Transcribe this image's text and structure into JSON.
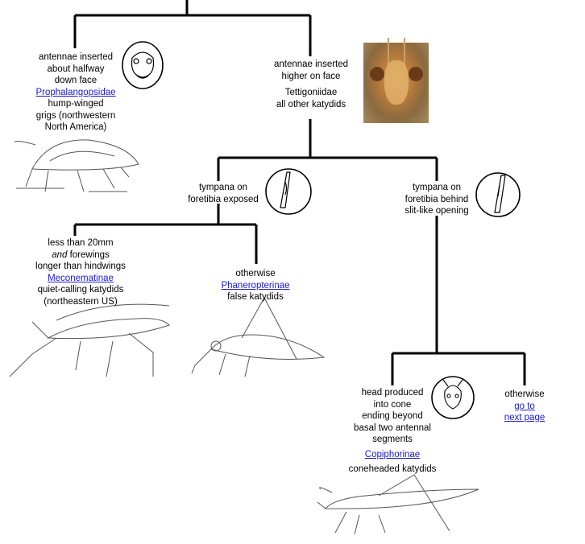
{
  "left_branch": {
    "desc": [
      "antennae inserted",
      "about halfway",
      "down face"
    ],
    "taxon_link": "Prophalangopsidae",
    "common": [
      "hump-winged",
      "grigs (northwestern",
      "North America)"
    ]
  },
  "right_branch": {
    "desc": [
      "antennae inserted",
      "higher on face"
    ],
    "taxon": [
      "Tettigoniidae",
      "all other katydids"
    ]
  },
  "tympana_exposed": {
    "desc": [
      "tympana on",
      "foretibia exposed"
    ]
  },
  "tympana_slit": {
    "desc": [
      "tympana on",
      "foretibia behind",
      "slit-like opening"
    ]
  },
  "meconema": {
    "line1": "less than 20mm",
    "line2_emph": "and",
    "line2_rest": " forewings",
    "line3": "longer than hindwings",
    "taxon_link": "Meconematinae",
    "common": [
      "quiet-calling katydids",
      "(northeastern US)"
    ]
  },
  "phaneroptera": {
    "desc": "otherwise",
    "taxon_link": "Phaneropterinae",
    "common": "false katydids"
  },
  "copiphora": {
    "desc": [
      "head produced",
      "into cone",
      "ending beyond",
      "basal two antennal",
      "segments"
    ],
    "taxon_link": "Copiphorinae",
    "common": "coneheaded katydids"
  },
  "otherwise_next": {
    "desc": "otherwise",
    "link": [
      "go to",
      "next page"
    ]
  },
  "colors": {
    "line": "#000000",
    "link": "#1a1ad6",
    "sketch": "#555555"
  }
}
